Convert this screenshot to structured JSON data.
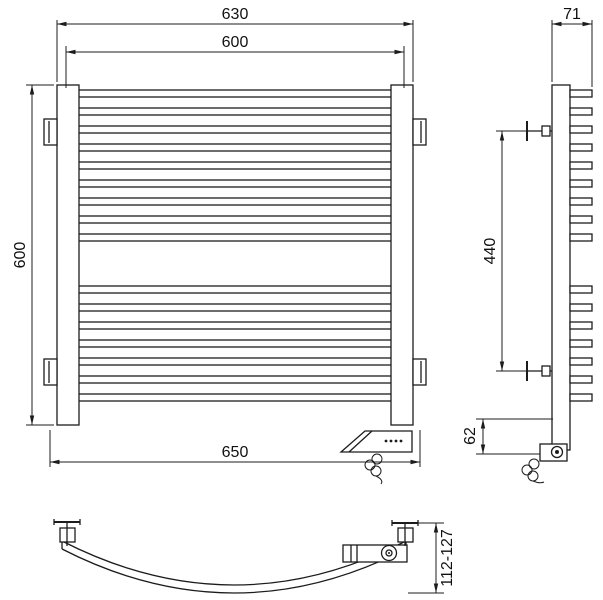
{
  "front_view": {
    "dim_width_outer": "630",
    "dim_bar_length": "600",
    "dim_height": "600",
    "dim_width_bottom": "650"
  },
  "side_view": {
    "dim_depth": "71",
    "dim_bracket_spacing": "440",
    "dim_heater_offset": "62"
  },
  "top_view": {
    "dim_wall_clearance": "112-127"
  }
}
